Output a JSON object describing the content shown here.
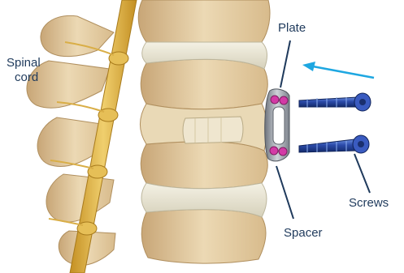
{
  "labels": {
    "spinal_line1": "Spinal",
    "spinal_line2": "cord",
    "plate": "Plate",
    "screws": "Screws",
    "spacer": "Spacer"
  },
  "colors": {
    "label_text": "#1f3a5c",
    "pointer_line": "#1f3a5c",
    "direction_arrow": "#1ea7e1",
    "bone": "#e8d5b0",
    "bone_shadow": "#c9a97a",
    "disc": "#e7e2cf",
    "nerve": "#e0b64a",
    "plate_metal": "#9ea4ad",
    "screw_blue": "#2b4aa8",
    "screw_head_ring": "#c2309a",
    "spacer": "#efe6cf"
  },
  "icons": {
    "direction": "arrow-left-icon"
  }
}
